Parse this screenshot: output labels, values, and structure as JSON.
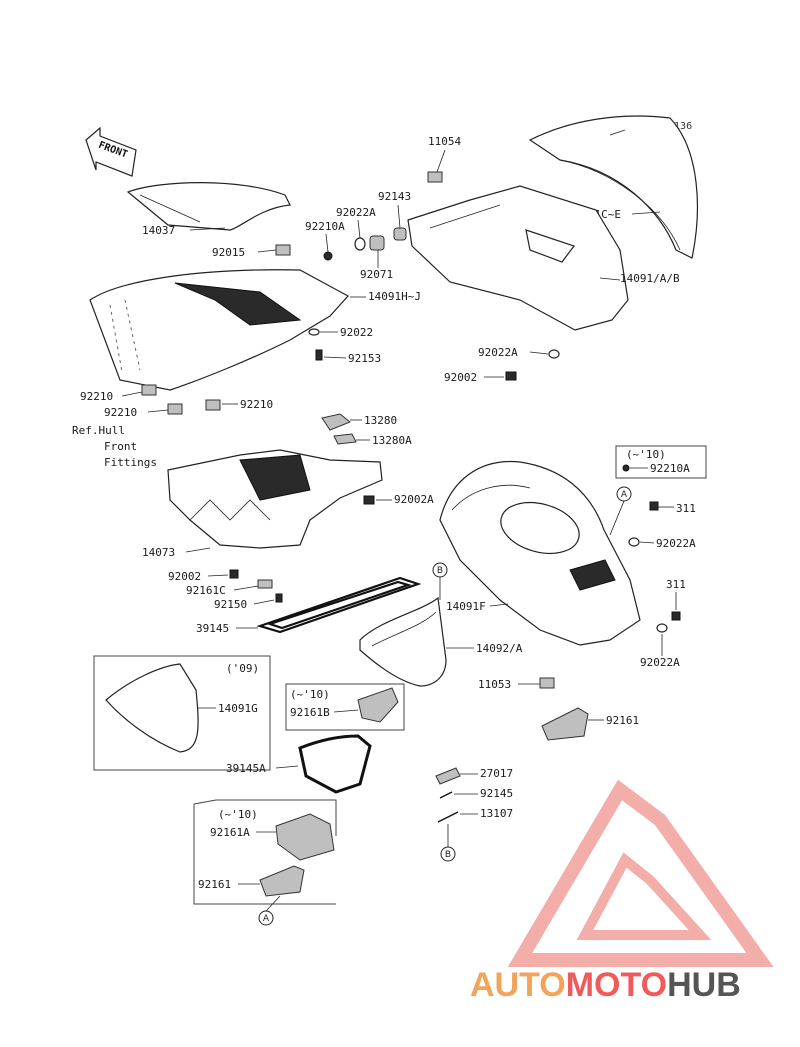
{
  "figure_id": "F3136",
  "front_arrow_label": "FRONT",
  "ref_note": [
    "Ref.Hull",
    "Front",
    "Fittings"
  ],
  "callout_letters": {
    "a": "A",
    "b": "B"
  },
  "year_notes": {
    "y09": "('09)",
    "upto10": "(~'10)"
  },
  "parts": {
    "p11054": "11054",
    "p92143": "92143",
    "p92022A_top": "92022A",
    "p92210A_top": "92210A",
    "p14037": "14037",
    "p14091CE": "14091C~E",
    "p92015": "92015",
    "p92071": "92071",
    "p14091AB": "14091/A/B",
    "p14091HJ": "14091H~J",
    "p92022": "92022",
    "p92153": "92153",
    "p92022A_mid": "92022A",
    "p92002_mid": "92002",
    "p92210_a": "92210",
    "p92210_b": "92210",
    "p92210_c": "92210",
    "p13280": "13280",
    "p13280A": "13280A",
    "p92002A": "92002A",
    "p92210A_box": "92210A",
    "p311_a": "311",
    "p92022A_r1": "92022A",
    "p14073": "14073",
    "p92002_low": "92002",
    "p92161C": "92161C",
    "p92150": "92150",
    "p311_b": "311",
    "p39145": "39145",
    "p14091F": "14091F",
    "p14092A": "14092/A",
    "p92022A_r2": "92022A",
    "p14091G": "14091G",
    "p92161B": "92161B",
    "p11053": "11053",
    "p92161": "92161",
    "p39145A": "39145A",
    "p27017": "27017",
    "p92145": "92145",
    "p13107": "13107",
    "p92161A": "92161A",
    "p92161_low": "92161"
  },
  "watermark": {
    "part1": "AUTO",
    "part2": "MOTO",
    "part3": "HUB"
  },
  "colors": {
    "watermark_orange": "#f4a35a",
    "watermark_red": "#ef5b5b",
    "watermark_grey": "#555555",
    "watermark_salmon": "#f29a96"
  }
}
